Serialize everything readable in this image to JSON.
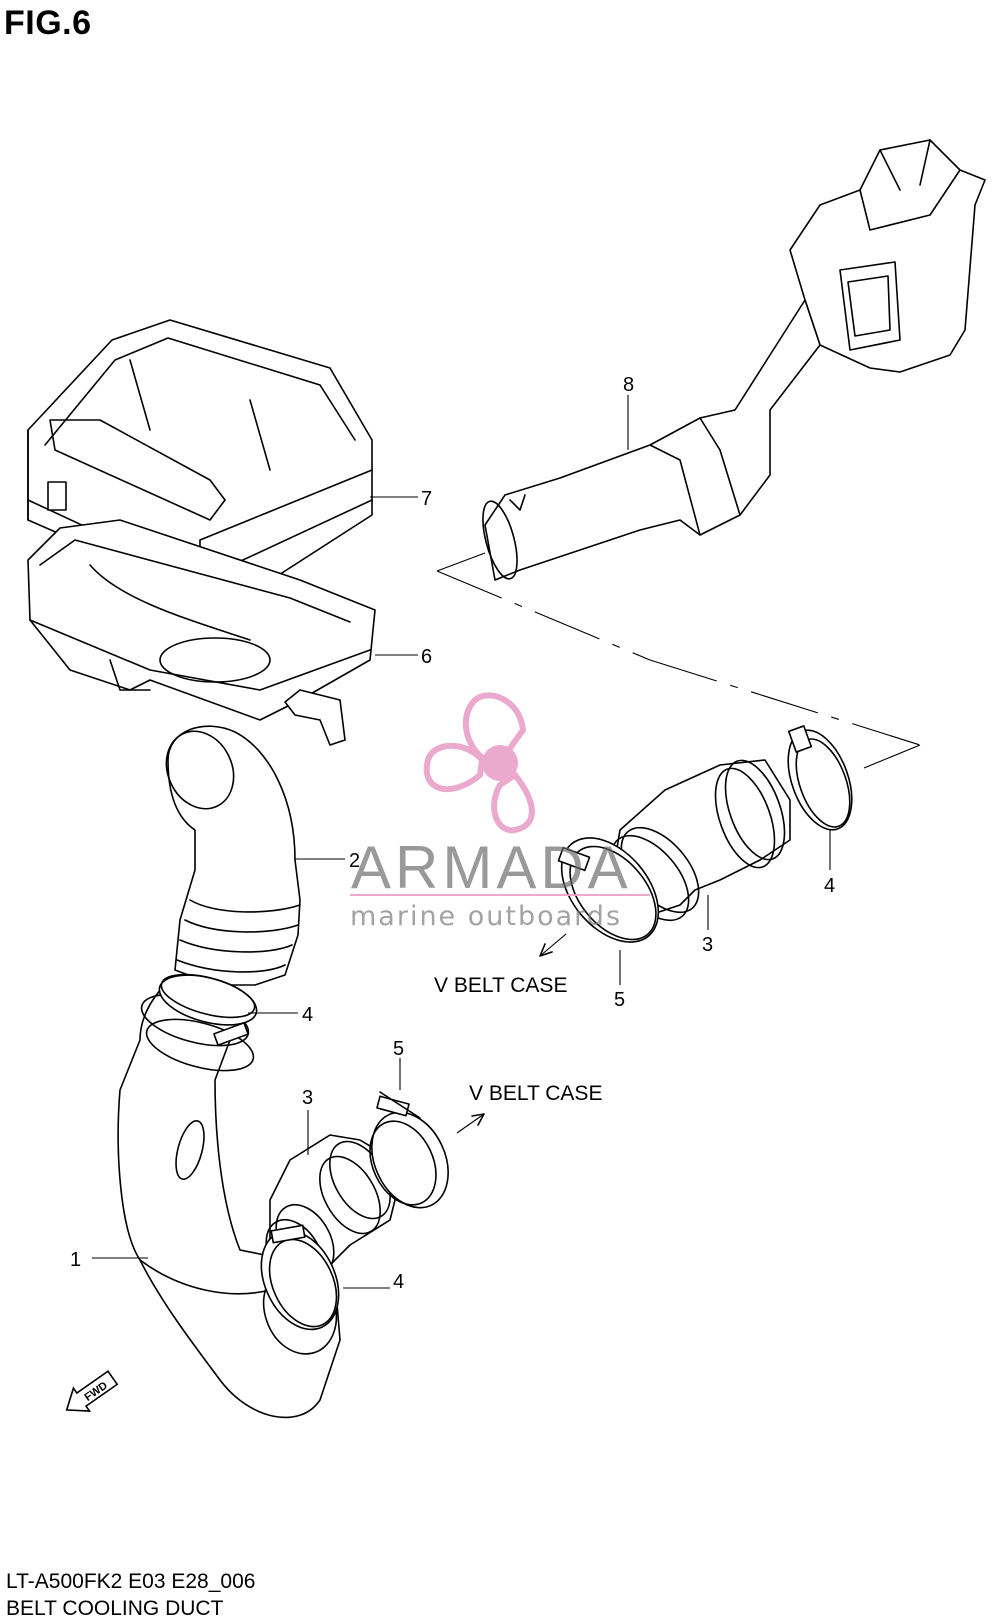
{
  "figure": {
    "title": "FIG.6"
  },
  "callouts": {
    "p1": "1",
    "p2": "2",
    "p3_upper": "3",
    "p3_lower": "3",
    "p4_upper_right": "4",
    "p4_middle": "4",
    "p4_lower": "4",
    "p5_upper": "5",
    "p5_lower": "5",
    "p6": "6",
    "p7": "7",
    "p8": "8"
  },
  "notes": {
    "v_belt_case_upper": "V BELT CASE",
    "v_belt_case_lower": "V BELT CASE",
    "fwd_arrow": "FWD"
  },
  "watermark": {
    "brand": "ARMADA",
    "tagline": "marine outboards",
    "color": "#e8a0c8"
  },
  "footer": {
    "model_code": "LT-A500FK2 E03 E28_006",
    "assembly_name": "BELT COOLING DUCT"
  }
}
